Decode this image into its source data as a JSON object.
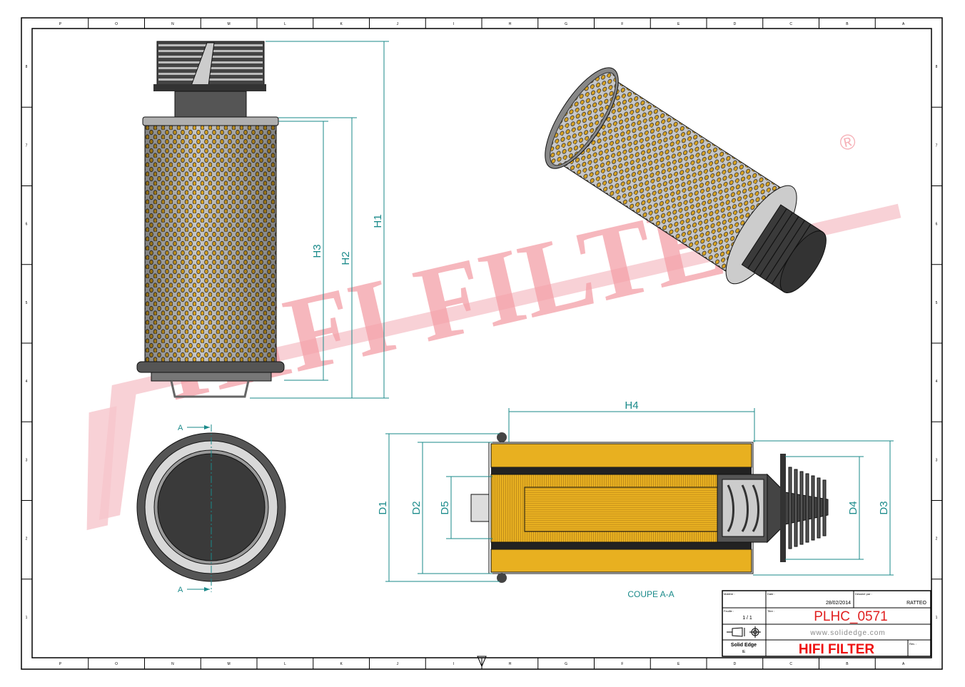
{
  "border": {
    "top_columns": [
      "P",
      "O",
      "N",
      "M",
      "L",
      "K",
      "J",
      "I",
      "H",
      "G",
      "F",
      "E",
      "D",
      "C",
      "B",
      "A"
    ],
    "bottom_columns": [
      "P",
      "O",
      "N",
      "M",
      "L",
      "K",
      "J",
      "I",
      "H",
      "G",
      "F",
      "E",
      "D",
      "C",
      "B",
      "A"
    ],
    "rows": [
      "8",
      "7",
      "6",
      "5",
      "4",
      "3",
      "2",
      "1"
    ]
  },
  "watermark": {
    "text": "HIFI FILTER",
    "registered": "®",
    "color": "#f4a0a8"
  },
  "dimensions": {
    "h1": "H1",
    "h2": "H2",
    "h3": "H3",
    "h4": "H4",
    "d1": "D1",
    "d2": "D2",
    "d3": "D3",
    "d4": "D4",
    "d5": "D5"
  },
  "section": {
    "marker_top": "A",
    "marker_bottom": "A",
    "caption": "COUPE A-A"
  },
  "title_block": {
    "matiere_label": "Matière :",
    "date_label": "Date :",
    "date_value": "28/02/2014",
    "designer_label": "Dessiné par :",
    "designer_value": "RATTEO",
    "feuille_label": "Feuille :",
    "feuille_value": "1 / 1",
    "titre_label": "Titre :",
    "title_value": "PLHC_0571",
    "website": "www.solidedge.com",
    "software": "Solid Edge",
    "software_sub": "IE",
    "brand": "HIFI FILTER",
    "rev_label": "Rév. :",
    "title_color": "#e02020",
    "brand_color": "#ee1010"
  },
  "colors": {
    "dim": "#1a8a8a",
    "media": "#e8b020",
    "metal": "#9a9a9a",
    "rubber": "#444444"
  }
}
